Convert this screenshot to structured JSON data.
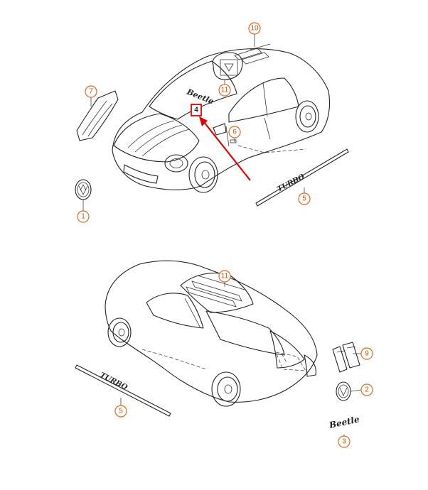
{
  "callouts": {
    "c1": "1",
    "c2": "2",
    "c3": "3",
    "c4": "4",
    "c5a": "5",
    "c5b": "5",
    "c6": "6",
    "c7": "7",
    "c9": "9",
    "c10": "10",
    "c11a": "11",
    "c11b": "11"
  },
  "badges": {
    "beetle_windshield": "Beetle",
    "beetle_rear": "Beetle",
    "turbo_side_front": "TURBO",
    "turbo_side_rear": "TURBO"
  },
  "colors": {
    "callout": "#e06a1a",
    "highlight": "#e00000",
    "line": "#222222"
  }
}
